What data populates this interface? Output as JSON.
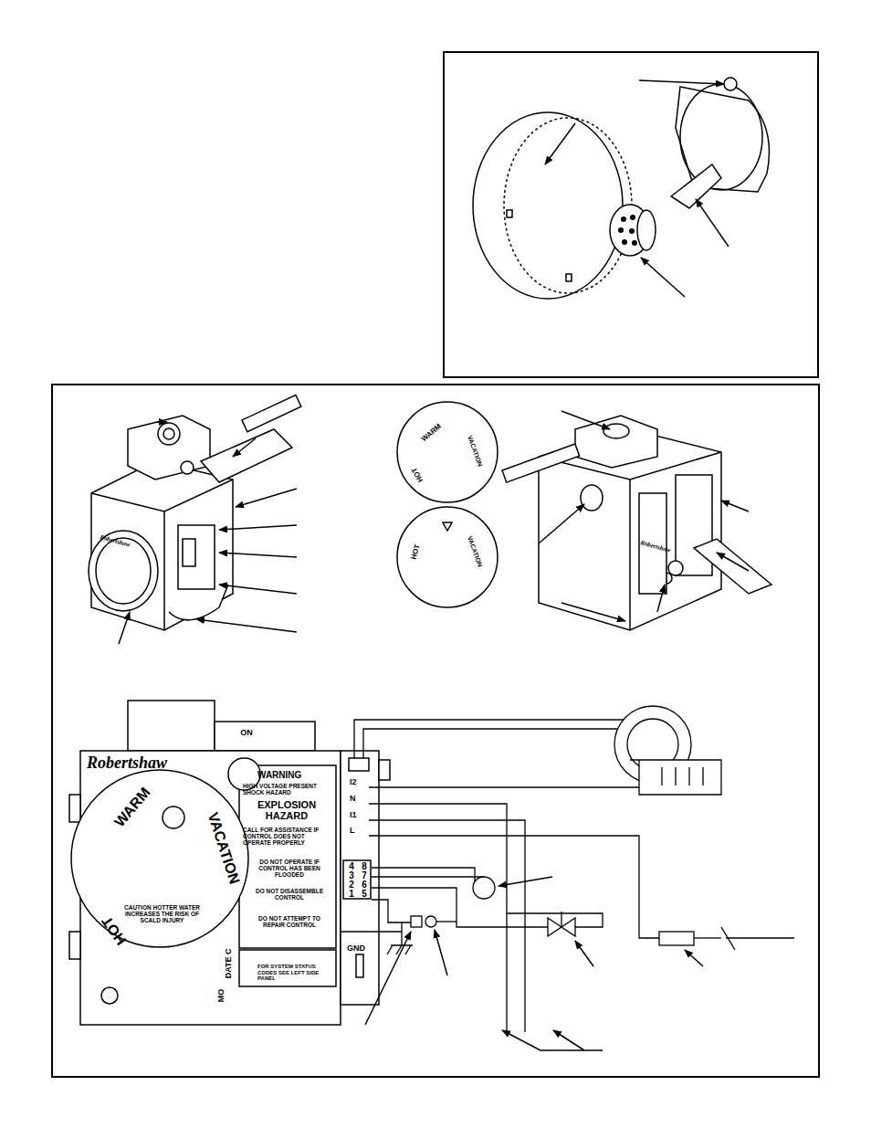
{
  "diagram": {
    "labels": [
      "Robertshaw",
      "WARNING",
      "HIGH VOLTAGE PRESENT SHOCK HAZARD",
      "EXPLOSION HAZARD",
      "CALL FOR ASSISTANCE IF CONTROL DOES NOT OPERATE PROPERLY",
      "DO NOT OPERATE IF CONTROL HAS BEEN FLOODED",
      "DO NOT DISASSEMBLE CONTROL",
      "DO NOT ATTEMPT TO REPAIR CONTROL",
      "FOR SYSTEM STATUS CODES SEE LEFT SIDE PANEL",
      "GND",
      "I2",
      "N",
      "I1",
      "L",
      "4",
      "8",
      "3",
      "7",
      "2",
      "6",
      "1",
      "5",
      "WARM",
      "VACATION",
      "HOT",
      "CAUTION HOTTER WATER INCREASES THE RISK OF SCALD INJURY",
      "MO",
      "DATE C",
      "ON",
      "WARM",
      "VACATION",
      "HOT",
      "HOT",
      "VACATION",
      "Robertshaw",
      "Robertshaw"
    ]
  }
}
